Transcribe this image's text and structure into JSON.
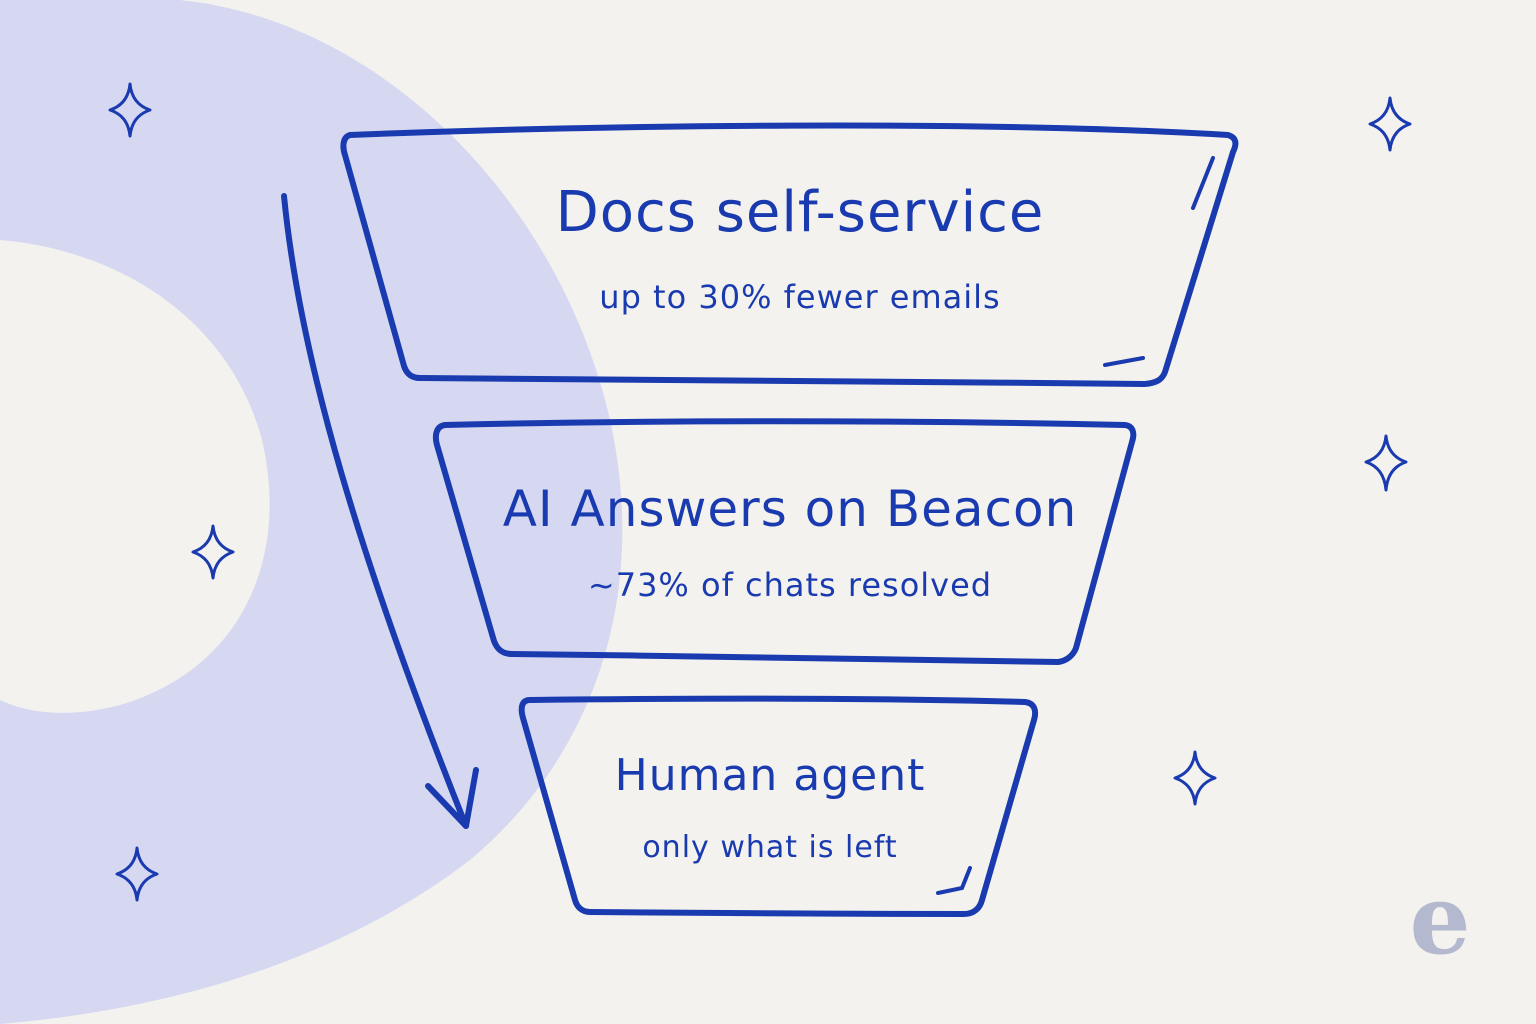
{
  "colors": {
    "background": "#f4f2ee",
    "blob": "#d6d8f2",
    "ink": "#1a3bb0",
    "logo": "#b4b9d0"
  },
  "funnel": {
    "stages": [
      {
        "title": "Docs self-service",
        "subtitle": "up to 30% fewer emails"
      },
      {
        "title": "AI Answers on Beacon",
        "subtitle": "~73% of chats resolved"
      },
      {
        "title": "Human agent",
        "subtitle": "only what is left"
      }
    ]
  },
  "decorations": {
    "sparkle_icon": "four-point-star",
    "arrow_icon": "down-arrow"
  },
  "logo": {
    "letter": "e"
  }
}
